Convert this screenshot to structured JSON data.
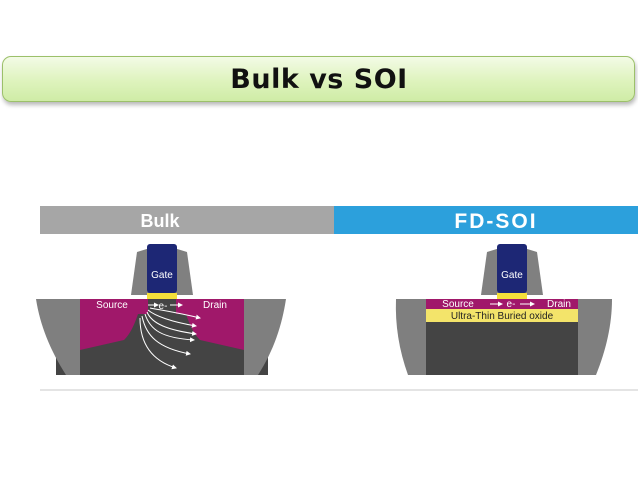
{
  "slide": {
    "title": "Bulk vs SOI"
  },
  "panels": {
    "bulk": {
      "header": "Bulk",
      "gate": "Gate",
      "source": "Source",
      "drain": "Drain",
      "carrier": "e-"
    },
    "fdsoi": {
      "header": "FD-SOI",
      "gate": "Gate",
      "source": "Source",
      "drain": "Drain",
      "carrier": "e-",
      "oxide": "Ultra-Thin Buried oxide"
    }
  },
  "colors": {
    "bulk_header": "#a6a6a6",
    "fdsoi_header": "#2ca0dc",
    "gate": "#1d2775",
    "source_drain": "#a0186a",
    "substrate": "#444444",
    "spacer": "#7f7f7f",
    "buried_oxide": "#f3e46a",
    "channel": "#f4e03a"
  }
}
